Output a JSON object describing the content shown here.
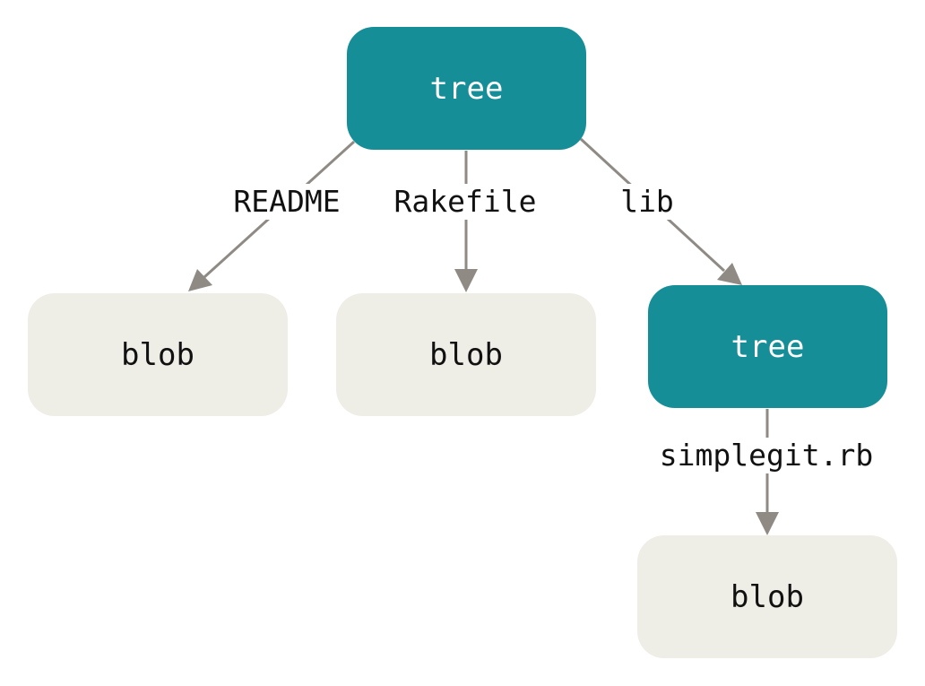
{
  "nodes": {
    "root_tree": "tree",
    "readme_blob": "blob",
    "rakefile_blob": "blob",
    "lib_tree": "tree",
    "simplegit_blob": "blob"
  },
  "edges": {
    "readme": "README",
    "rakefile": "Rakefile",
    "lib": "lib",
    "simplegit": "simplegit.rb"
  },
  "colors": {
    "tree_fill": "#168e98",
    "blob_fill": "#eeede6",
    "edge": "#8f8a84"
  }
}
